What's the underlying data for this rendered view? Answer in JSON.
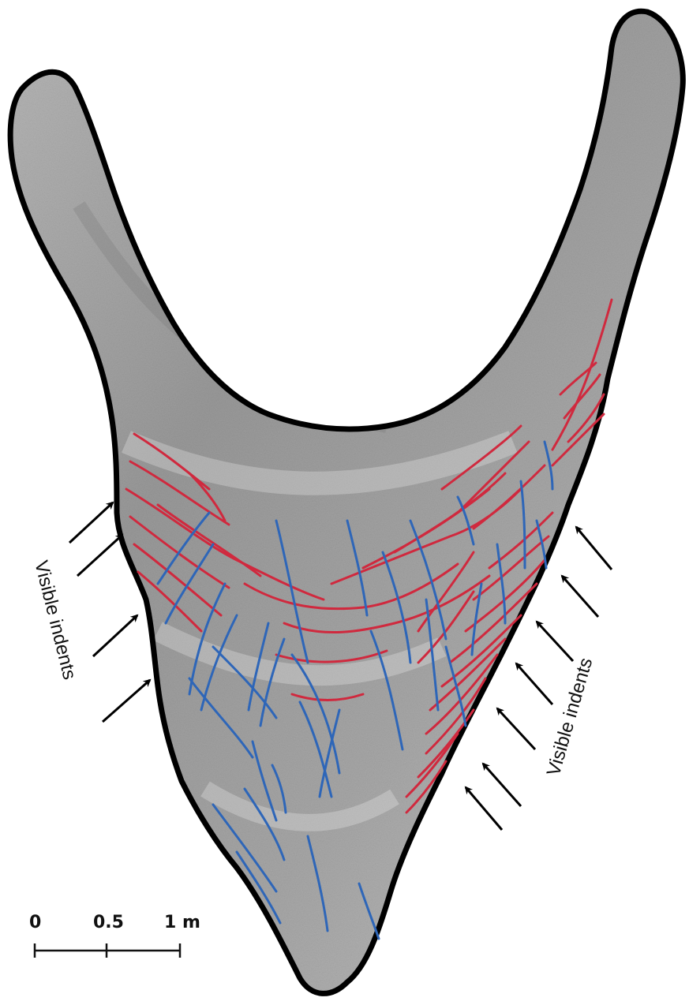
{
  "annotations": {
    "left_label": "Visible indents",
    "right_label": "Visible indents"
  },
  "scale_bar": {
    "tick_labels": [
      "0",
      "0.5",
      "1 m"
    ]
  },
  "colors": {
    "outline": "#000000",
    "surface_light": "#d8d8d8",
    "surface_dark": "#8e8e8e",
    "red_lines": "#d0293e",
    "blue_lines": "#2e66b8",
    "arrows": "#000000"
  },
  "legend_semantics": {
    "red_lines": "red-fracture-lines",
    "blue_lines": "blue-fracture-lines"
  }
}
